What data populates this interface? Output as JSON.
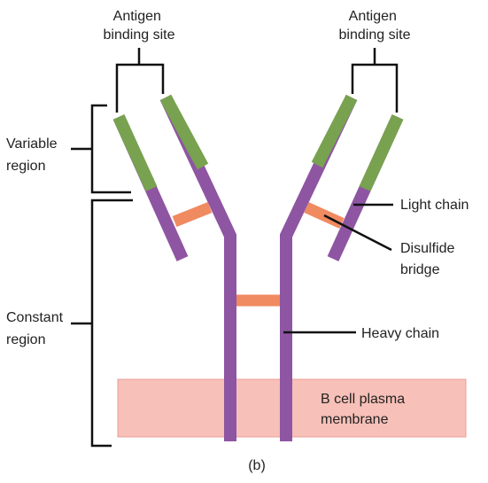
{
  "labels": {
    "antigen_binding_site_left": [
      "Antigen",
      "binding site"
    ],
    "antigen_binding_site_right": [
      "Antigen",
      "binding site"
    ],
    "variable_region": [
      "Variable",
      "region"
    ],
    "constant_region": [
      "Constant",
      "region"
    ],
    "light_chain": "Light chain",
    "disulfide_bridge": [
      "Disulfide",
      "bridge"
    ],
    "heavy_chain": "Heavy chain",
    "membrane": [
      "B cell plasma",
      "membrane"
    ],
    "caption": "(b)"
  },
  "colors": {
    "heavy_chain": "#8e55a2",
    "light_chain": "#8e55a2",
    "variable_segment": "#78a24f",
    "disulfide_bridge": "#f08a60",
    "membrane_fill": "#f7c0b8",
    "membrane_stroke": "#e8a098",
    "line": "#111111",
    "text": "#222222"
  }
}
